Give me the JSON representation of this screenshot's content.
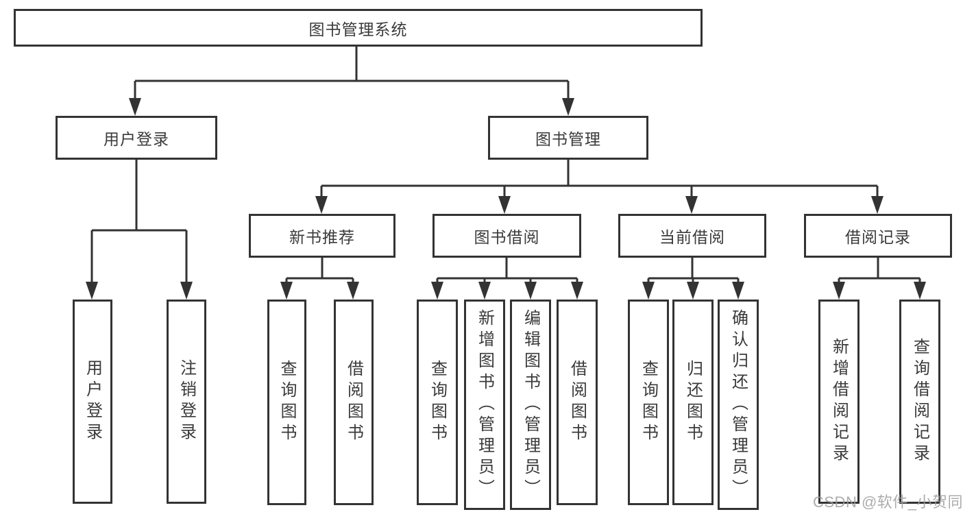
{
  "tree": {
    "root": {
      "label": "图书管理系统"
    },
    "children": [
      {
        "label": "用户登录",
        "children": [
          {
            "label": "用户登录"
          },
          {
            "label": "注销登录"
          }
        ]
      },
      {
        "label": "图书管理",
        "children": [
          {
            "label": "新书推荐",
            "children": [
              {
                "label": "查询图书"
              },
              {
                "label": "借阅图书"
              }
            ]
          },
          {
            "label": "图书借阅",
            "children": [
              {
                "label": "查询图书"
              },
              {
                "label": "新增图书（管理员）"
              },
              {
                "label": "编辑图书（管理员）"
              },
              {
                "label": "借阅图书"
              }
            ]
          },
          {
            "label": "当前借阅",
            "children": [
              {
                "label": "查询图书"
              },
              {
                "label": "归还图书"
              },
              {
                "label": "确认归还（管理员）"
              }
            ]
          },
          {
            "label": "借阅记录",
            "children": [
              {
                "label": "新增借阅记录"
              },
              {
                "label": "查询借阅记录"
              }
            ]
          }
        ]
      }
    ]
  },
  "watermark": {
    "text": "CSDN @软件_小贺同学"
  },
  "colors": {
    "line": "#333333",
    "box_border": "#333333",
    "box_fill": "#ffffff",
    "label": "#3a3a3a",
    "watermark": "#9e9e9e"
  }
}
